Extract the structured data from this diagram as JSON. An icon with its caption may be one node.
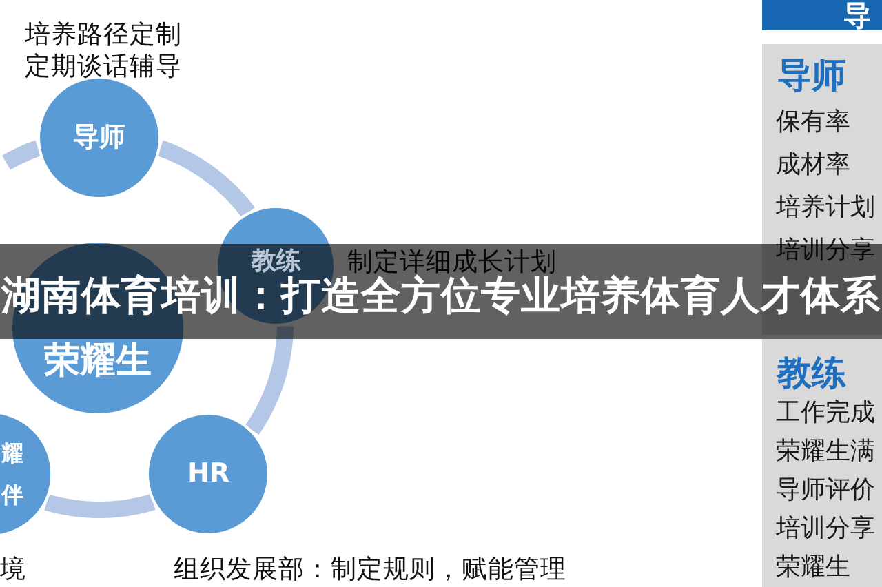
{
  "diagram": {
    "title": "湖南体育培训：打造全方位专业培养体育人才体系",
    "nodes": [
      {
        "text": [
          "导师"
        ],
        "beside": [
          "培养路径定制",
          "定期谈话辅导"
        ]
      },
      {
        "text": [
          "荣耀生"
        ]
      },
      {
        "text": [
          "教练"
        ],
        "beside": [
          "制定详细成长计划"
        ]
      },
      {
        "text": [
          "耀伴"
        ],
        "beside": [
          "境"
        ]
      },
      {
        "text": [
          "HR"
        ],
        "beside": [
          "组织发展部：制定规则，赋能管理"
        ]
      },
      {
        "text": [
          "导"
        ]
      },
      {
        "text": [
          "导师",
          "保有率",
          "成材率",
          "培养计划",
          "培训分享"
        ]
      },
      {
        "text": [
          "教练",
          "工作完成",
          "荣耀生满",
          "导师评价",
          "培训分享",
          "荣耀生"
        ]
      }
    ],
    "edges": [
      {
        "from": 0,
        "to": 2,
        "arrow": "none"
      },
      {
        "from": 2,
        "to": 4,
        "arrow": "none"
      },
      {
        "from": 4,
        "to": 3,
        "arrow": "none"
      },
      {
        "from": 0,
        "to": null,
        "arrow": "none"
      }
    ]
  }
}
